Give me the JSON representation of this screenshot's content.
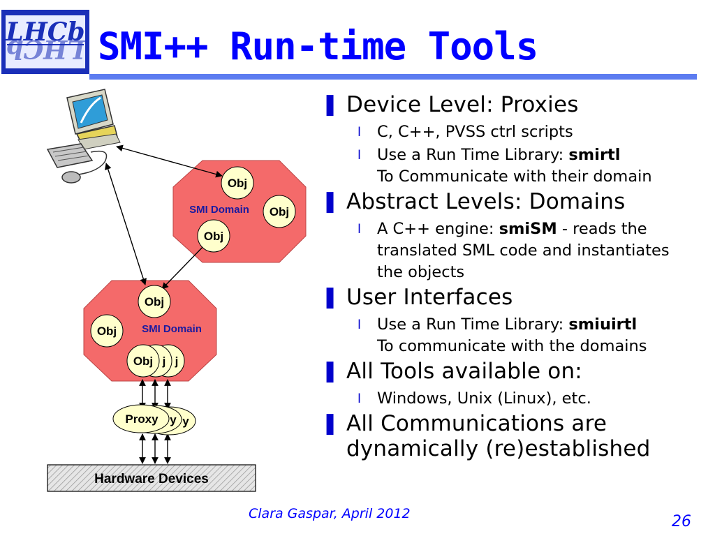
{
  "slide": {
    "title": "SMI++ Run-time Tools",
    "logo_text": "LHCb",
    "footer": "Clara Gaspar, April 2012",
    "page_number": "26"
  },
  "diagram": {
    "upper_domain": {
      "label": "SMI Domain",
      "objects": [
        "Obj",
        "Obj",
        "Obj"
      ]
    },
    "lower_domain": {
      "label": "SMI Domain",
      "objects": [
        "Obj",
        "Obj"
      ],
      "stacked_objects": [
        "Obj",
        "j",
        "j"
      ]
    },
    "proxies": [
      "Proxy",
      "y",
      "y"
    ],
    "hardware": "Hardware Devices"
  },
  "bullets": [
    {
      "text": "Device Level: Proxies",
      "sub": [
        {
          "plain": "C, C++, PVSS ctrl scripts"
        },
        {
          "before": "Use a Run Time Library: ",
          "bold": "smirtl",
          "after": "To Communicate with their domain"
        }
      ]
    },
    {
      "text": "Abstract Levels: Domains",
      "sub": [
        {
          "before": "A C++ engine: ",
          "bold": "smiSM",
          "after": " - reads the translated SML code and instantiates the objects"
        }
      ]
    },
    {
      "text": "User Interfaces",
      "sub": [
        {
          "before": "Use a Run Time Library: ",
          "bold": "smiuirtl",
          "after": "To communicate with the domains"
        }
      ]
    },
    {
      "text": "All Tools available on:",
      "sub": [
        {
          "plain": "Windows, Unix (Linux), etc."
        }
      ]
    },
    {
      "text": "All Communications are dynamically (re)established",
      "sub": []
    }
  ]
}
